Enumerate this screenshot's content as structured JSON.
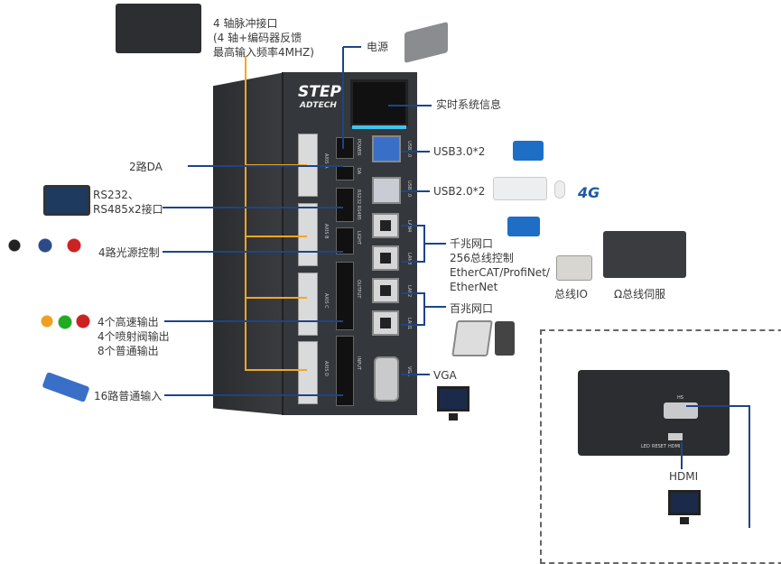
{
  "device": {
    "brand": "STEP",
    "maker": "ADTECH",
    "port_labels": [
      "POWER",
      "DA",
      "RS232 RS485",
      "LIGHT",
      "OUTPUT",
      "INPUT",
      "AXIS A",
      "AXIS B",
      "AXIS C",
      "AXIS D",
      "USB3.0",
      "USB2.0",
      "LAN4",
      "LAN3",
      "LAN2",
      "LAN1",
      "VGA"
    ]
  },
  "labels": {
    "pulse": [
      "4 轴脉冲接口",
      "(4 轴+编码器反馈",
      "最高输入频率4MHZ)"
    ],
    "power": "电源",
    "realtime": "实时系统信息",
    "da": "2路DA",
    "rs": [
      "RS232、",
      "RS485x2接口"
    ],
    "light": "4路光源控制",
    "output": [
      "4个高速输出",
      "4个喷射阀输出",
      "8个普通输出"
    ],
    "input": "16路普通输入",
    "usb3": "USB3.0*2",
    "usb2": "USB2.0*2",
    "gige": [
      "千兆网口",
      "256总线控制",
      "EtherCAT/ProfiNet/",
      "EtherNet"
    ],
    "fe": "百兆网口",
    "vga": "VGA",
    "busio": "总线IO",
    "servo": "Ω总线伺服",
    "hdmi": "HDMI",
    "g4": "4G",
    "mini_ports": [
      "HS",
      "LED",
      "RESET",
      "HDMI"
    ]
  },
  "colors": {
    "orange": "#f5a623",
    "blue": "#1c4587",
    "accent": "#3fc4ef"
  }
}
